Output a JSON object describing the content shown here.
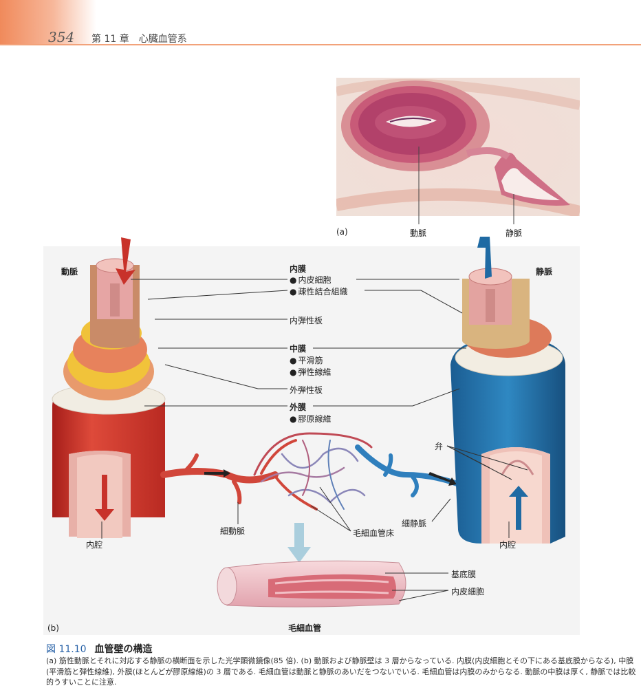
{
  "header": {
    "page_number": "354",
    "chapter": "第 11 章",
    "chapter_title": "心臓血管系"
  },
  "figure_a": {
    "panel_label": "(a)",
    "artery_label": "動脈",
    "vein_label": "静脈"
  },
  "figure_b": {
    "panel_label": "(b)",
    "artery_title": "動脈",
    "vein_title": "静脈",
    "tunica_intima": "内膜",
    "endothelium": "内皮細胞",
    "loose_connective": "疎性結合組織",
    "internal_elastic": "内弾性板",
    "tunica_media": "中膜",
    "smooth_muscle": "平滑筋",
    "elastic_fibers": "弾性線維",
    "external_elastic": "外弾性板",
    "tunica_externa": "外膜",
    "collagen_fibers": "膠原線維",
    "valve": "弁",
    "lumen_artery": "内腔",
    "lumen_vein": "内腔",
    "arteriole": "細動脈",
    "venule": "細静脈",
    "capillary_bed": "毛細血管床",
    "basement_membrane": "基底膜",
    "endothelial_cell": "内皮細胞",
    "capillary_title": "毛細血管"
  },
  "caption": {
    "figure_number": "図 11.10",
    "title": "血管壁の構造",
    "body": "(a) 筋性動脈とそれに対応する静脈の横断面を示した光学顕微鏡像(85 倍). (b) 動脈および静脈壁は 3 層からなっている. 内膜(内皮細胞とその下にある基底膜からなる), 中膜(平滑筋と弾性線維), 外膜(ほとんどが膠原線維)の 3 層である. 毛細血管は動脈と静脈のあいだをつないでいる. 毛細血管は内膜のみからなる. 動脈の中膜は厚く, 静脈では比較的うすいことに注意."
  },
  "colors": {
    "artery": "#c8322a",
    "vein": "#1f6aa3",
    "header_accent": "#f08a5b",
    "figure_number": "#2a63a8"
  }
}
